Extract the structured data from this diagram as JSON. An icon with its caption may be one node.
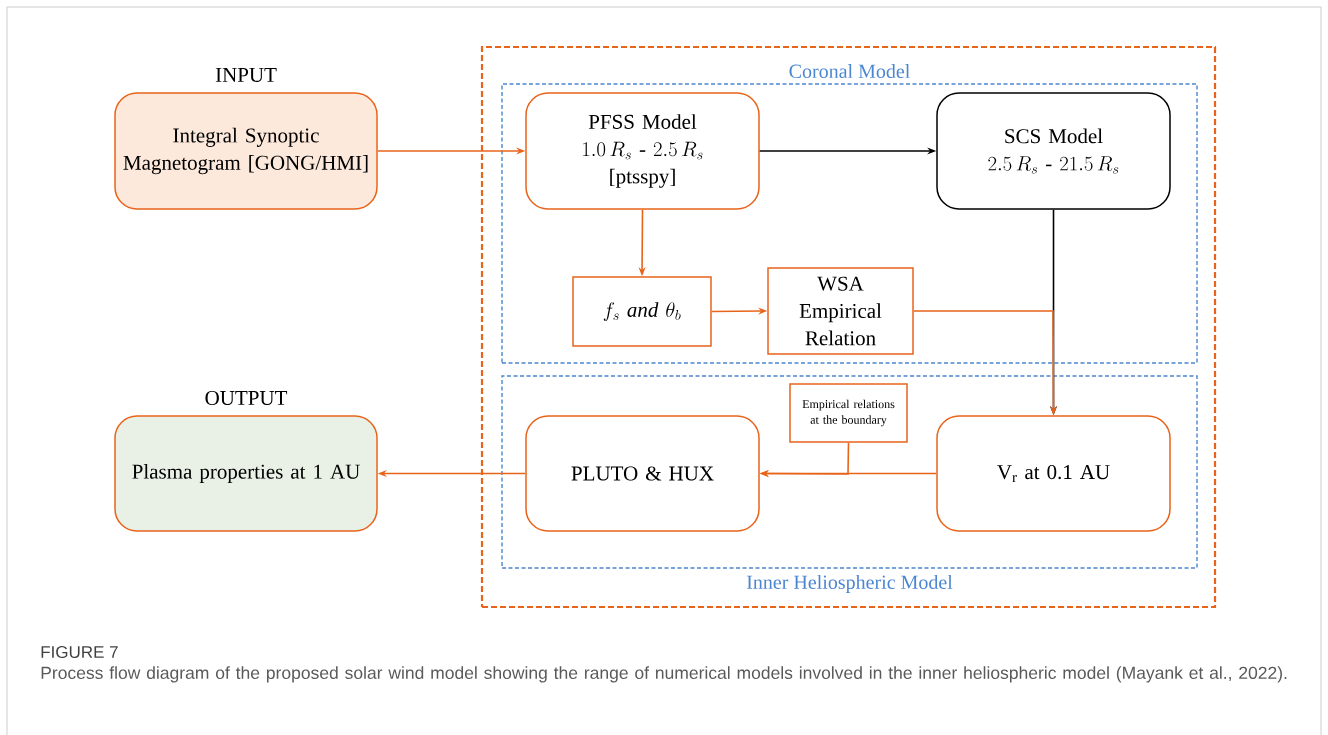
{
  "diagram": {
    "caption": "Process flow diagram of the proposed solar wind model showing the range of numerical models involved in the inner heliospheric model (Mayank et al., 2022).",
    "nodes": [
      {
        "text": [],
        "shape": "box"
      },
      {
        "text": [
          "Coronal Model"
        ],
        "in": 0
      },
      {
        "text": [
          "Inner Heliospheric Model"
        ],
        "in": 0
      },
      {
        "text": [
          "INPUT",
          "Integral Synoptic Magnetogram [GONG/HMI]"
        ]
      },
      {
        "text": [
          "PFSS Model",
          "1.0\\,R_s\\ \\text{-}\\ 2.5\\,R_s",
          "[ptsspy]"
        ],
        "in": 1
      },
      {
        "text": [
          "SCS Model",
          "2.5\\,R_s\\ \\text{-}\\ 21.5\\,R_s"
        ],
        "in": 1
      },
      {
        "text": [
          "f_s\\ \\mathit{and}\\ \\theta_b"
        ],
        "in": 1
      },
      {
        "text": [
          "WSA Empirical Relation"
        ],
        "in": 1
      },
      {
        "text": [
          "Empirical relations at the boundary"
        ],
        "in": 2
      },
      {
        "text": [
          "PLUTO & HUX"
        ],
        "in": 2
      },
      {
        "text": [
          "V$_{r}$ at 0.1 AU"
        ],
        "in": 2
      },
      {
        "text": [
          "OUTPUT",
          "Plasma properties at 1 AU"
        ]
      }
    ],
    "edges": [
      {
        "from": 3,
        "to": 4,
        "arrow": "to"
      },
      {
        "from": 4,
        "to": 5,
        "arrow": "to",
        "color": "#000000"
      },
      {
        "from": 4,
        "to": 6,
        "arrow": "to"
      },
      {
        "from": 6,
        "to": 7,
        "arrow": "to"
      },
      {
        "from": 5,
        "to": 10,
        "arrow": "to",
        "color": "#000000"
      },
      {
        "from": 7,
        "to": 10,
        "arrow": "to"
      },
      {
        "from": 10,
        "to": 9,
        "arrow": "to"
      },
      {
        "from": 8,
        "to": 9,
        "arrow": "to"
      },
      {
        "from": 9,
        "to": 11,
        "arrow": "to"
      }
    ],
    "labels": [
      "FIGURE 7"
    ]
  }
}
